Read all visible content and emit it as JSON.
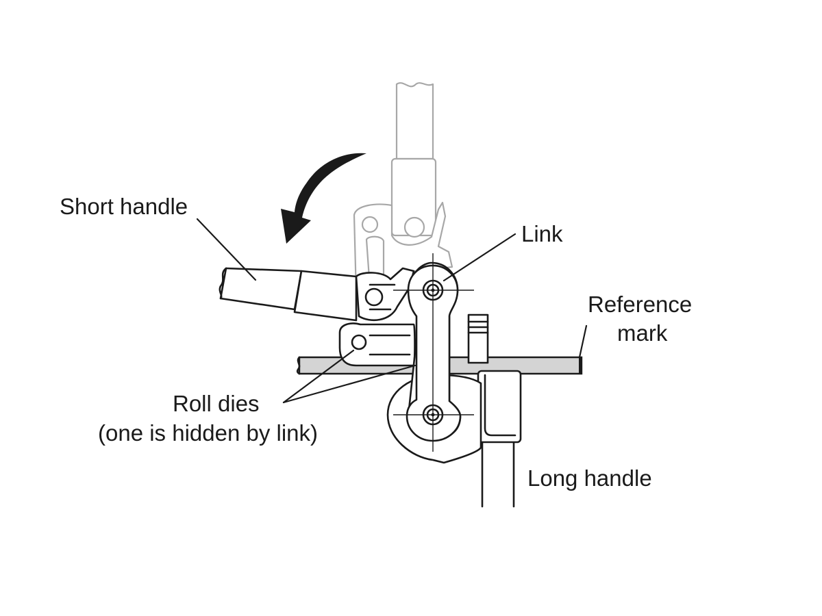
{
  "labels": {
    "short_handle": "Short handle",
    "link": "Link",
    "reference_mark_line1": "Reference",
    "reference_mark_line2": "mark",
    "roll_dies_line1": "Roll dies",
    "roll_dies_line2": "(one is hidden by link)",
    "long_handle": "Long handle"
  },
  "colors": {
    "ink": "#1a1a1a",
    "ghost": "#a7a7a7",
    "tube": "#d4d4d4",
    "background": "#ffffff"
  },
  "icons": {
    "motion_arrow": "curved-arrow-counterclockwise-icon"
  }
}
